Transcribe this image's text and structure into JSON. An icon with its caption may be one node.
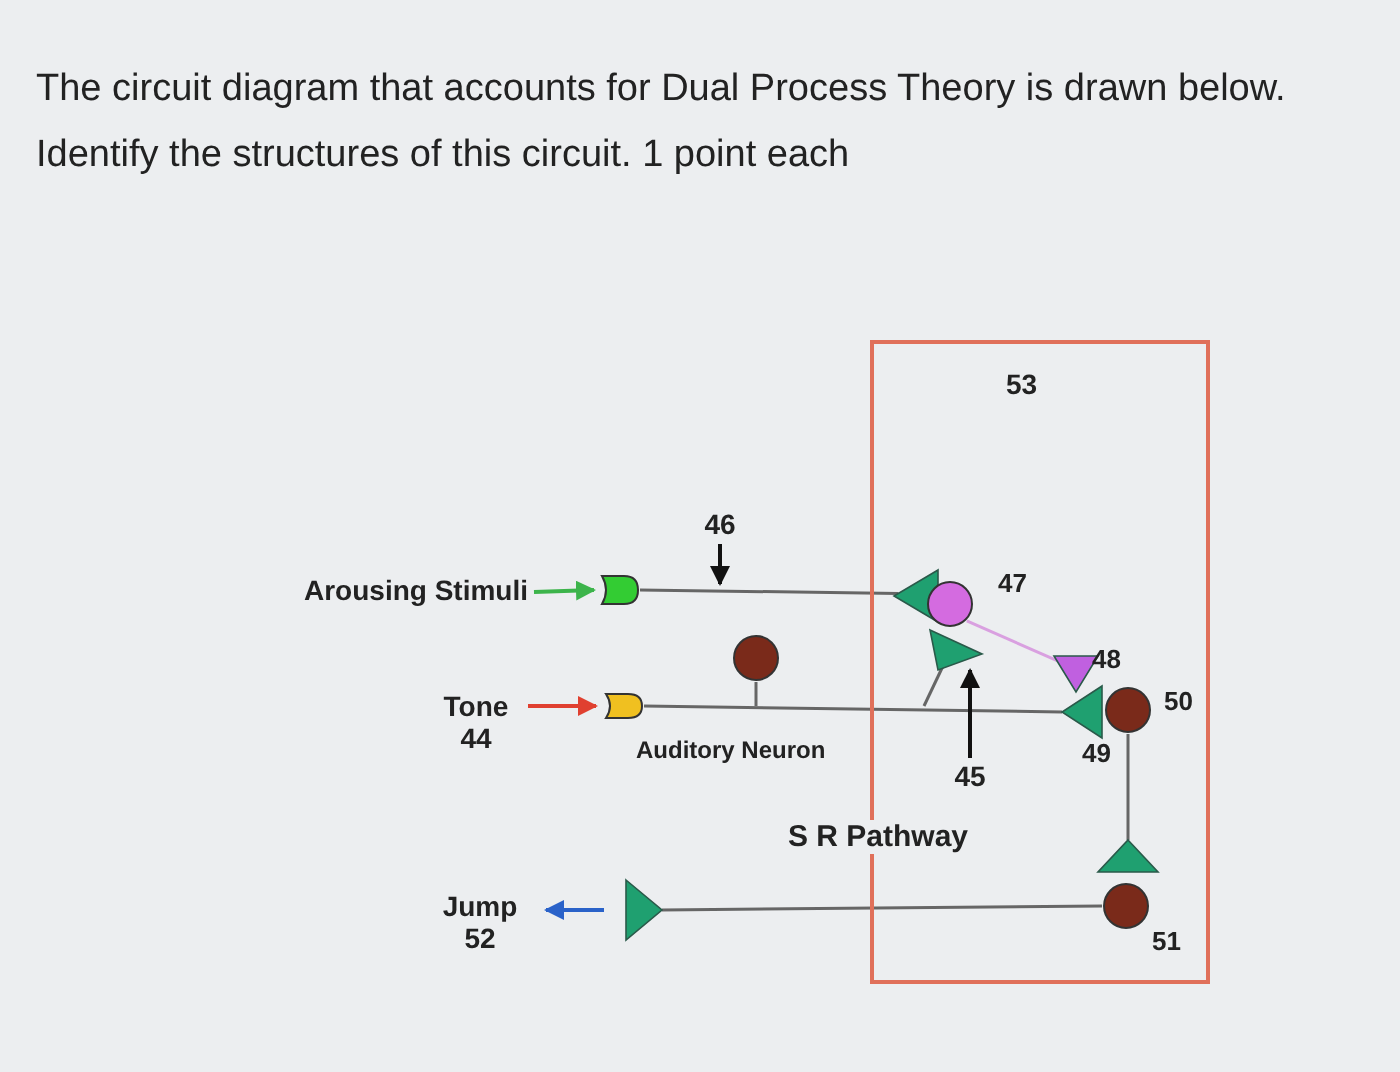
{
  "diagram": {
    "title": "The circuit diagram that accounts for Dual Process Theory is drawn below. Identify the structures of this circuit. 1 point each",
    "nodes": [
      {
        "text": [
          "Arousing Stimuli"
        ]
      },
      {
        "text": [],
        "shape": "receptor"
      },
      {
        "text": [
          "Tone",
          "44"
        ]
      },
      {
        "text": [],
        "shape": "receptor"
      },
      {
        "text": [
          "Jump",
          "52"
        ]
      },
      {
        "text": [],
        "shape": "triangle"
      },
      {
        "text": [
          "53"
        ]
      },
      {
        "text": [],
        "shape": "triangle",
        "in": 6
      },
      {
        "text": [],
        "shape": "circle",
        "in": 6,
        "beside": [
          "47"
        ]
      },
      {
        "text": [],
        "shape": "triangle",
        "in": 6
      },
      {
        "text": [],
        "shape": "circle"
      },
      {
        "text": [],
        "shape": "triangle",
        "in": 6,
        "beside": [
          "48"
        ]
      },
      {
        "text": [],
        "shape": "triangle",
        "in": 6,
        "beside": [
          "49"
        ]
      },
      {
        "text": [],
        "shape": "circle",
        "in": 6,
        "beside": [
          "50"
        ]
      },
      {
        "text": [],
        "shape": "triangle",
        "in": 6
      },
      {
        "text": [],
        "shape": "circle",
        "in": 6,
        "beside": [
          "51"
        ]
      },
      {
        "text": [
          "46"
        ]
      },
      {
        "text": [
          "45"
        ],
        "in": 6
      }
    ],
    "edges": [
      {
        "from": 0,
        "to": 1,
        "arrow": "to",
        "color": "#3cb44b"
      },
      {
        "from": 2,
        "to": 3,
        "arrow": "to",
        "color": "#e04030"
      },
      {
        "from": 5,
        "to": 4,
        "arrow": "to",
        "color": "#2a62c9"
      },
      {
        "from": 1,
        "to": 7,
        "arrow": "none"
      },
      {
        "from": 3,
        "to": 12,
        "arrow": "none"
      },
      {
        "from": 10,
        "to": null,
        "arrow": "none"
      },
      {
        "from": 9,
        "to": null,
        "arrow": "none"
      },
      {
        "from": 8,
        "to": 11,
        "arrow": "none",
        "color": "#d9a0e0"
      },
      {
        "from": 13,
        "to": 14,
        "arrow": "none"
      },
      {
        "from": 15,
        "to": 5,
        "arrow": "none"
      },
      {
        "from": 16,
        "to": null,
        "arrow": "to",
        "color": "#111111"
      },
      {
        "from": 17,
        "to": 9,
        "arrow": "to",
        "color": "#111111"
      }
    ],
    "labels": [
      "Auditory Neuron",
      "S R Pathway"
    ]
  }
}
